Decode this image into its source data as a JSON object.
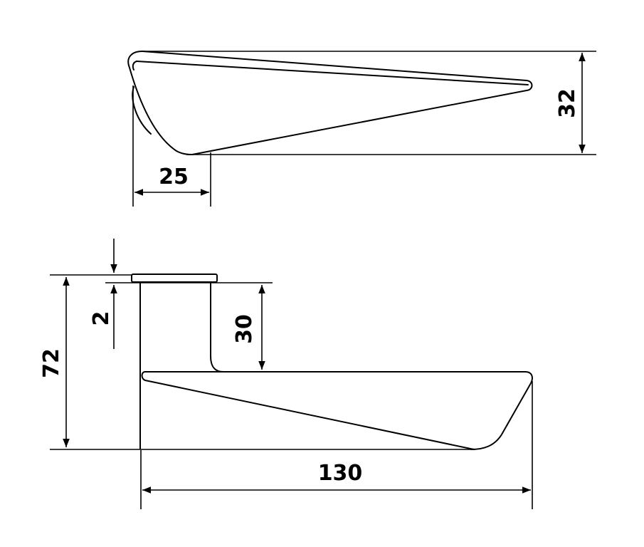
{
  "drawing": {
    "top_view": {
      "dim_width": "25",
      "dim_height": "32"
    },
    "side_view": {
      "dim_rose_thickness": "2",
      "dim_neck_height": "30",
      "dim_total_height": "72",
      "dim_length": "130"
    },
    "colors": {
      "line": "#000000",
      "background": "#ffffff"
    }
  }
}
